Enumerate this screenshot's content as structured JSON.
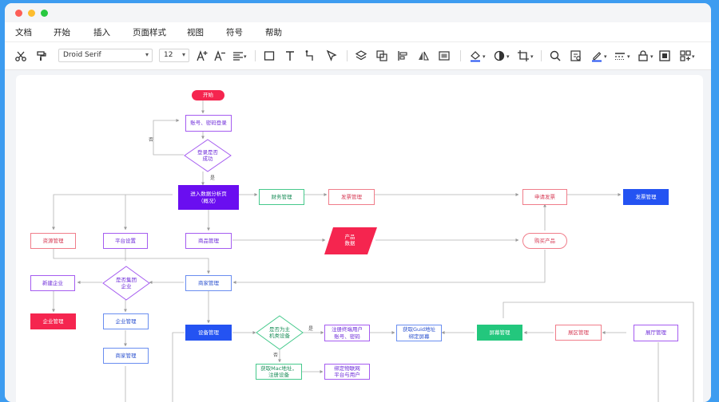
{
  "menu": [
    "文档",
    "开始",
    "插入",
    "页面样式",
    "视图",
    "符号",
    "帮助"
  ],
  "toolbar": {
    "font_family": "Droid Serif",
    "font_size": "12",
    "icons": [
      "scissors-icon",
      "format-painter-icon",
      "increase-font-icon",
      "decrease-font-icon",
      "align-icon",
      "rectangle-icon",
      "text-icon",
      "connector-icon",
      "pointer-icon",
      "layers-icon",
      "group-icon",
      "align-left-icon",
      "flip-icon",
      "frame-icon",
      "fill-color-icon",
      "style-icon",
      "crop-icon",
      "search-icon",
      "edit-icon",
      "line-color-icon",
      "line-style-icon",
      "lock-icon",
      "fullscreen-icon",
      "more-icon"
    ]
  },
  "colors": {
    "purple": "#6a0ef0",
    "blue": "#2453f2",
    "red": "#f5254f",
    "green": "#23c77d"
  },
  "flowchart": {
    "start": "开始",
    "login": "账号、密码登录",
    "login_check": "登录是否\n成功",
    "no1": "否",
    "yes1": "是",
    "analysis": "进入数据分析页\n（概况）",
    "finance": "财务管理",
    "invoice_mgmt": "发票管理",
    "apply_invoice": "申请发票",
    "invoice_mgmt_blue": "发票管理",
    "resource": "资源管理",
    "platform": "平台设置",
    "product_mgmt": "商品管理",
    "product_info": "产品\n数据",
    "buy_product": "购买产品",
    "new_enterprise": "新建企业",
    "is_group": "是否集团\n企业",
    "merchant_mgmt": "商家管理",
    "enterprise_red": "企业管理",
    "enterprise_mgmt": "企业管理",
    "merchant_mgmt2": "商家管理",
    "device_mgmt": "设备管理",
    "is_main": "是否为主\n机类设备",
    "yes2": "是",
    "no2": "否",
    "register_user": "注册终端用户\n账号、密码",
    "get_guid": "获取Guid地址\n绑定屏幕",
    "screen_mgmt": "屏幕管理",
    "exhibition_mgmt": "展区管理",
    "hall_mgmt": "展厅管理",
    "get_mac": "获取Mac地址，\n注册设备",
    "bind_platform": "绑定物联网\n平台与用户"
  }
}
